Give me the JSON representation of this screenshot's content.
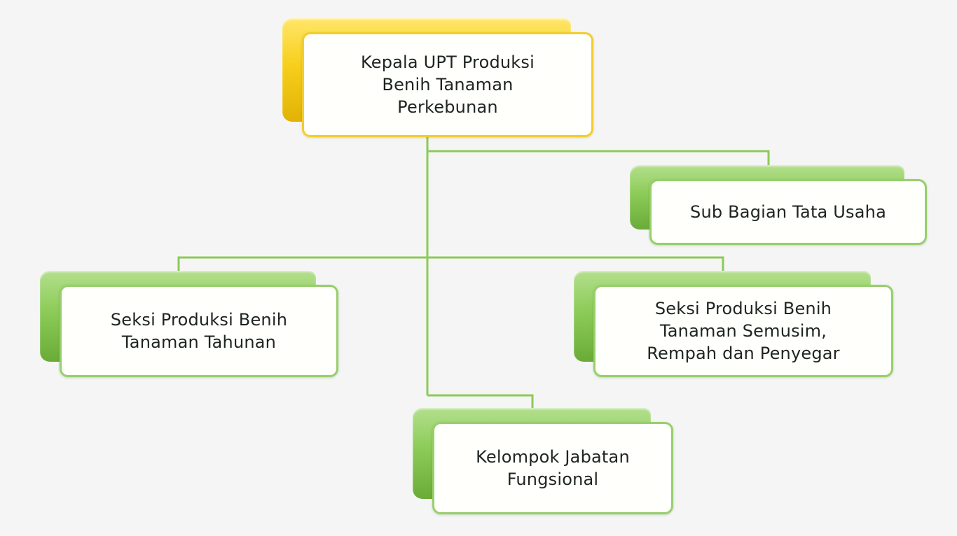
{
  "colors": {
    "background": "#f5f5f5",
    "connector": "#8ccb57",
    "head_accent": "#f7cf1c",
    "unit_accent": "#8ccb57"
  },
  "nodes": {
    "head": {
      "label": "Kepala UPT Produksi\nBenih Tanaman\nPerkebunan"
    },
    "admin": {
      "label": "Sub Bagian Tata Usaha"
    },
    "annual": {
      "label": "Seksi Produksi Benih\nTanaman Tahunan"
    },
    "seasonal": {
      "label": "Seksi Produksi Benih\nTanaman Semusim,\nRempah dan Penyegar"
    },
    "functional": {
      "label": "Kelompok Jabatan\nFungsional"
    }
  },
  "edges": [
    {
      "from": "head",
      "to": "admin"
    },
    {
      "from": "head",
      "to": "annual"
    },
    {
      "from": "head",
      "to": "seasonal"
    },
    {
      "from": "head",
      "to": "functional"
    }
  ]
}
